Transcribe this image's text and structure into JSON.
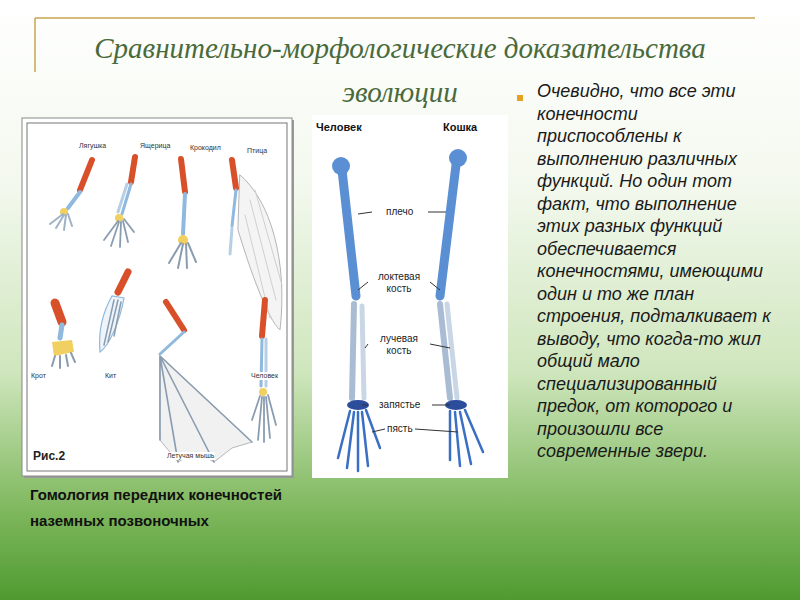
{
  "diagram": {
    "title": "Сравнительно-морфологические доказательства эволюции",
    "caption": "Гомология передних конечностей наземных позвоночных",
    "labels": [
      "Лягушка",
      "Ящерица",
      "Крокодил",
      "Птица",
      "Крот",
      "Кит",
      "Летучая мышь",
      "Человек",
      "Рис.2",
      "Человек",
      "Кошка",
      "плечо",
      "локтевая кость",
      "лучевая кость",
      "запястье",
      "пясть",
      "Очевидно, что все эти конечности приспособлены к выполнению различных функций. Но один тот факт, что выполнение этих разных функций обеспечивается конечностями, имеющими один и то же план строения, подталкивает к выводу, что когда-то жил общий мало специализированный предок, от которого и произошли все современные звери."
    ]
  }
}
